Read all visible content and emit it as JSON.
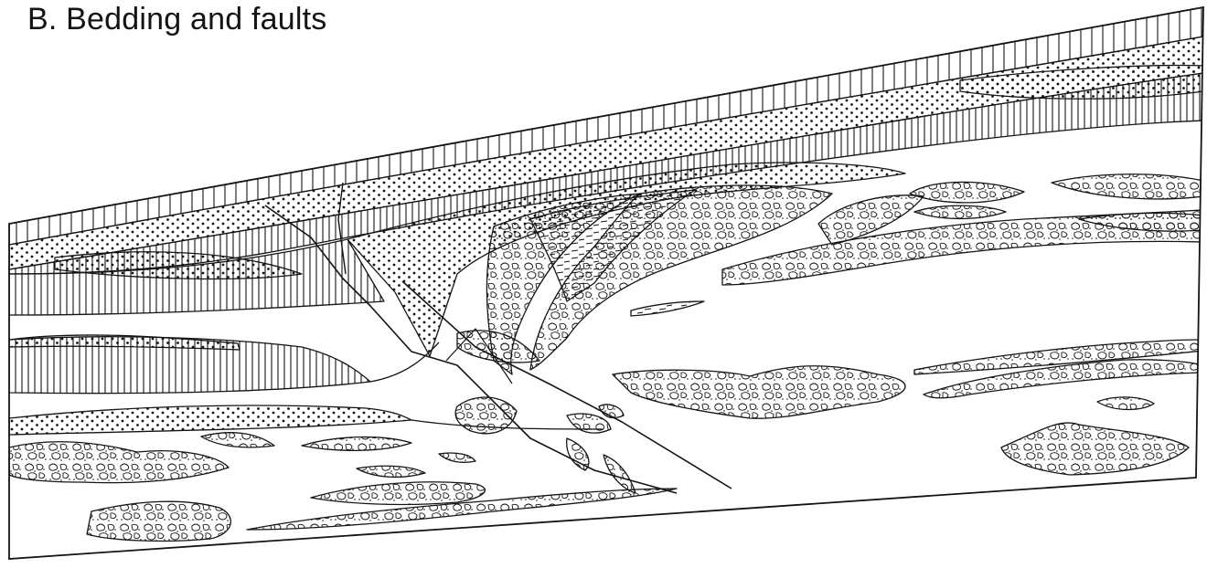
{
  "figure": {
    "title": "B. Bedding and faults"
  },
  "style": {
    "ink": "#141414",
    "paper": "#ffffff"
  },
  "legend_patterns": [
    {
      "key": "vertical-ruling",
      "icon": "vertical-hatch-pattern"
    },
    {
      "key": "dotted-fill",
      "icon": "dot-stipple-pattern"
    },
    {
      "key": "clast-fill",
      "icon": "conglomerate-pattern"
    },
    {
      "key": "dash-fill",
      "icon": "dash-pattern"
    }
  ]
}
